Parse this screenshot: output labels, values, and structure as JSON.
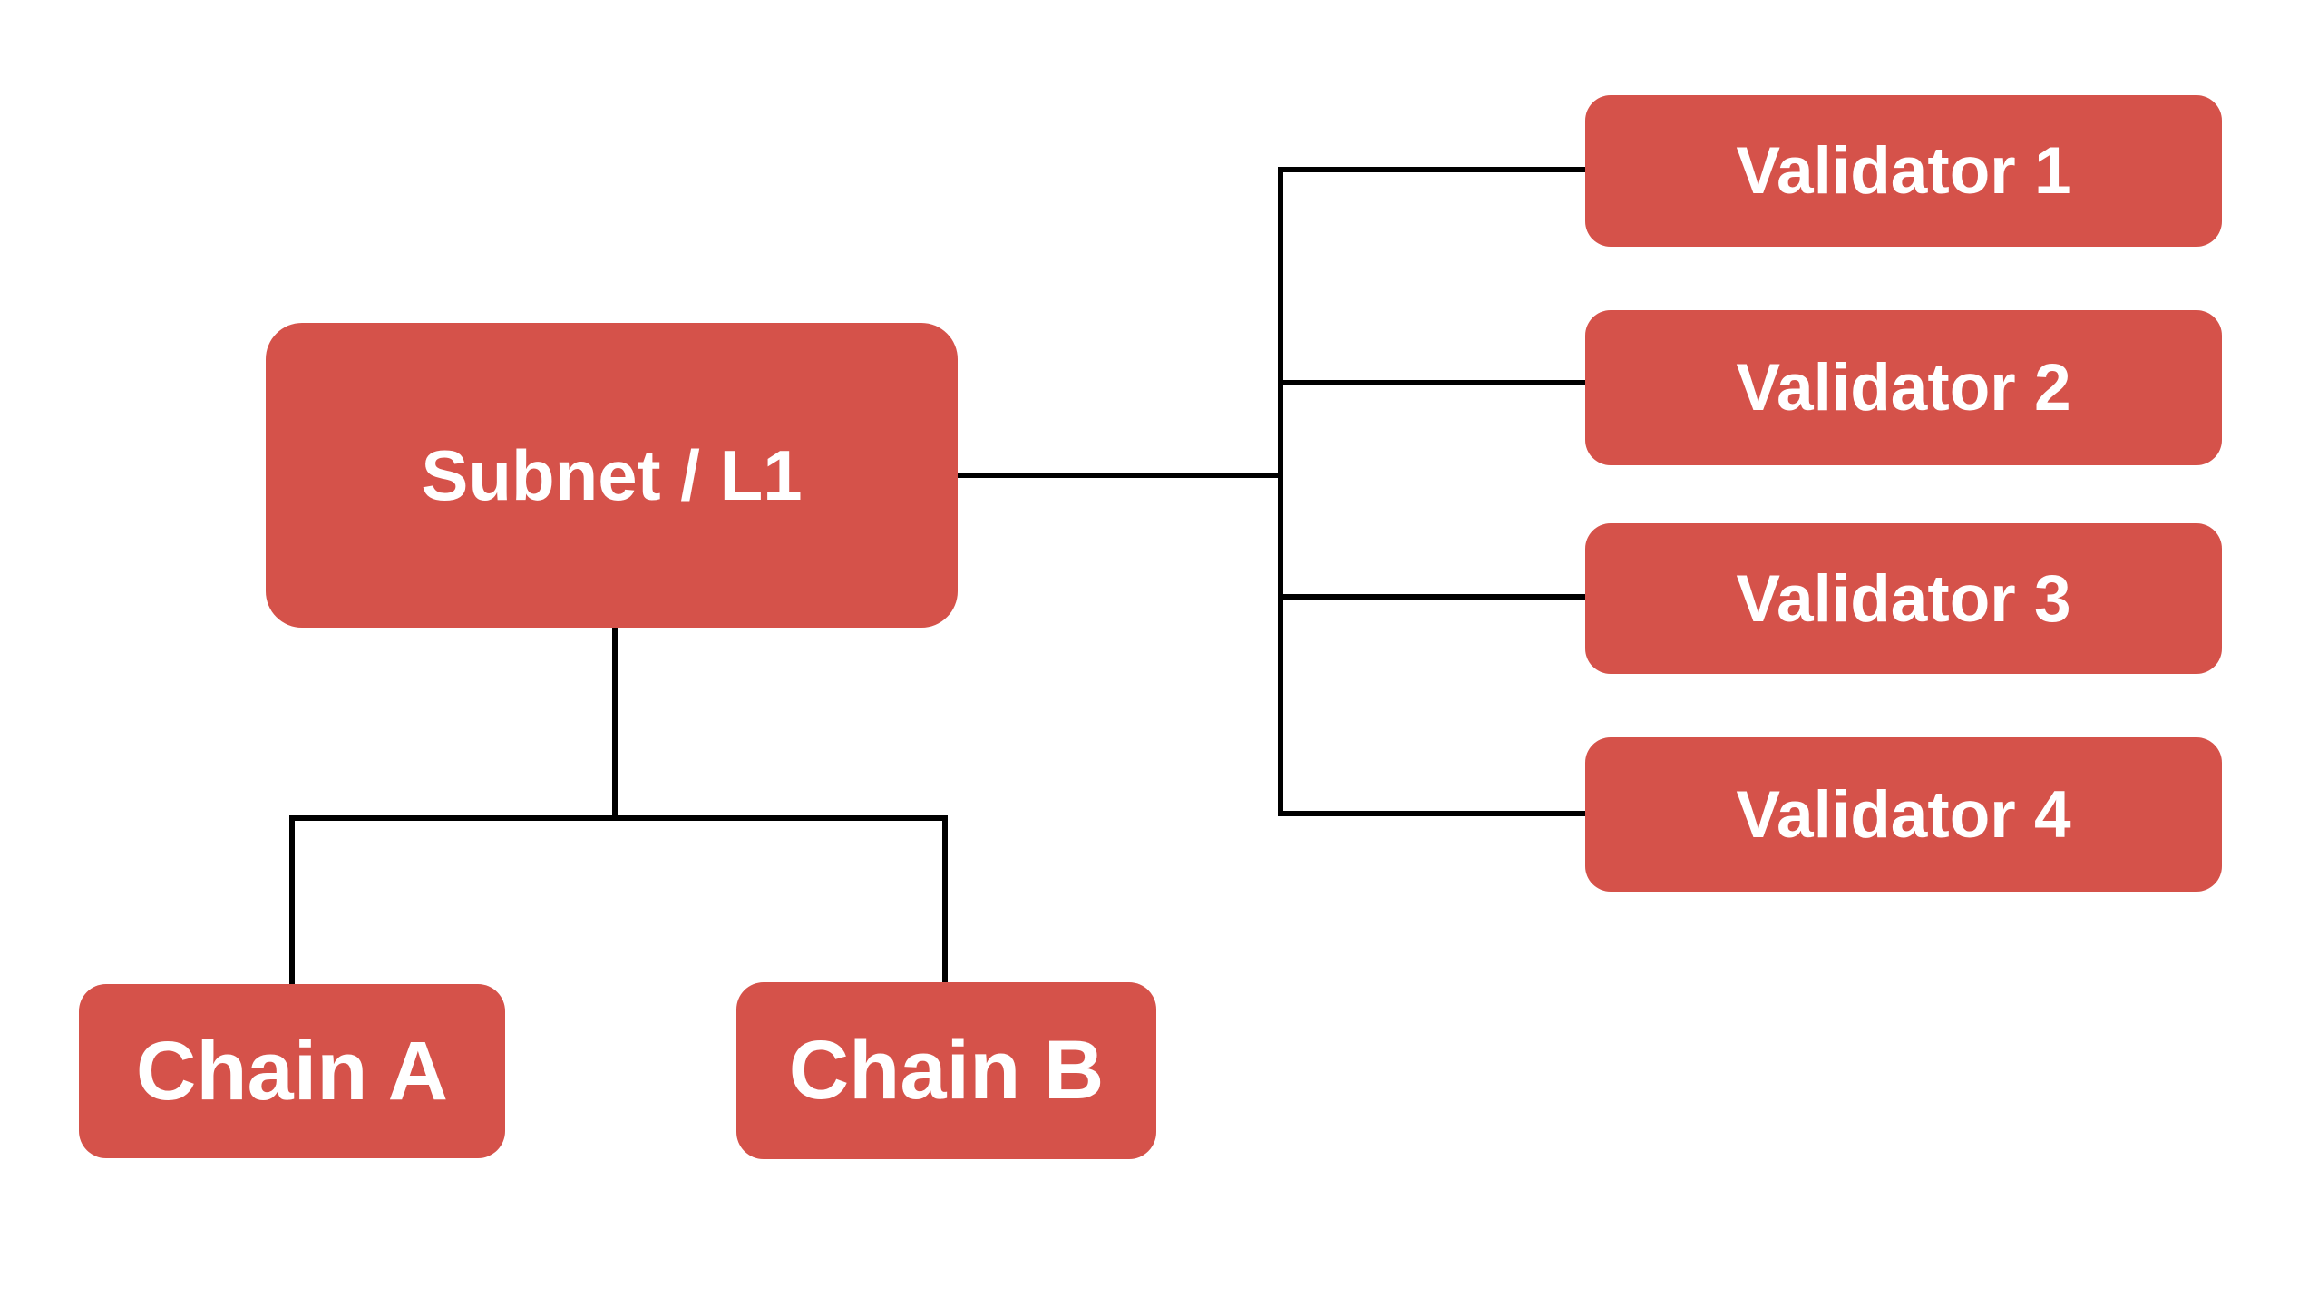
{
  "diagram": {
    "background_color": "#ffffff",
    "node_fill_color": "#d5524a",
    "node_text_color": "#ffffff",
    "connector_color": "#000000",
    "connector_style": "orthogonal",
    "nodes": {
      "subnet": {
        "label": "Subnet / L1",
        "role": "root"
      },
      "chain_a": {
        "label": "Chain A",
        "role": "child"
      },
      "chain_b": {
        "label": "Chain B",
        "role": "child"
      },
      "validator_1": {
        "label": "Validator 1",
        "role": "validator"
      },
      "validator_2": {
        "label": "Validator 2",
        "role": "validator"
      },
      "validator_3": {
        "label": "Validator 3",
        "role": "validator"
      },
      "validator_4": {
        "label": "Validator 4",
        "role": "validator"
      }
    },
    "edges": [
      {
        "from": "subnet",
        "to": "chain_a"
      },
      {
        "from": "subnet",
        "to": "chain_b"
      },
      {
        "from": "subnet",
        "to": "validator_1"
      },
      {
        "from": "subnet",
        "to": "validator_2"
      },
      {
        "from": "subnet",
        "to": "validator_3"
      },
      {
        "from": "subnet",
        "to": "validator_4"
      }
    ]
  }
}
